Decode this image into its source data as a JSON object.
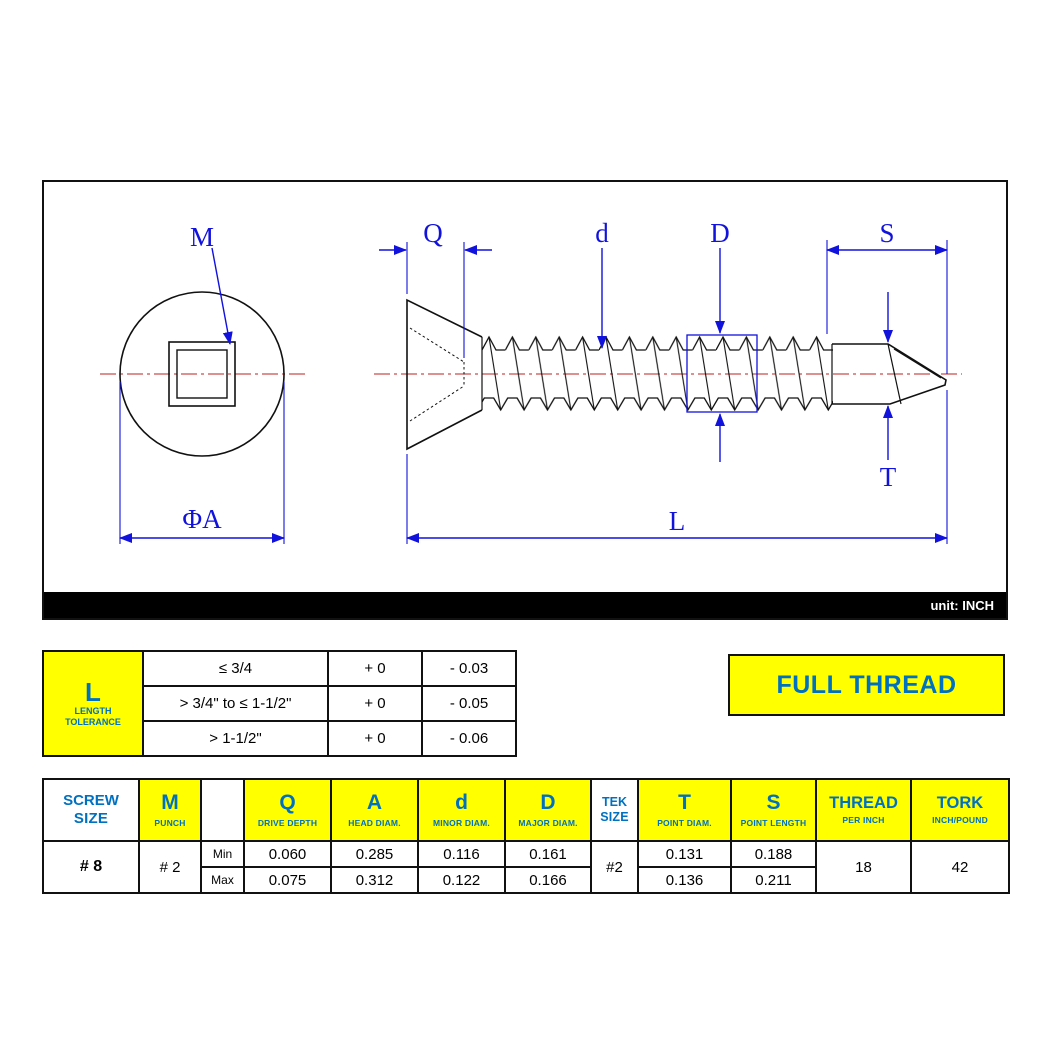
{
  "drawing": {
    "labels": {
      "m": "M",
      "q": "Q",
      "d_minor": "d",
      "d_major": "D",
      "s": "S",
      "t": "T",
      "l": "L",
      "phi_a": "ΦA"
    },
    "unit_label": "unit: INCH"
  },
  "tolerance_table": {
    "letter": "L",
    "title_line1": "LENGTH",
    "title_line2": "TOLERANCE",
    "rows": [
      {
        "range": "≤ 3/4",
        "plus": "+ 0",
        "minus": "- 0.03"
      },
      {
        "range": "> 3/4\" to ≤ 1-1/2\"",
        "plus": "+ 0",
        "minus": "- 0.05"
      },
      {
        "range": "> 1-1/2\"",
        "plus": "+ 0",
        "minus": "- 0.06"
      }
    ]
  },
  "banner": {
    "label": "FULL THREAD"
  },
  "spec_table": {
    "headers": [
      {
        "main": "SCREW",
        "sub": "SIZE"
      },
      {
        "main": "M",
        "sub": "PUNCH"
      },
      {
        "main": "",
        "sub": ""
      },
      {
        "main": "Q",
        "sub": "DRIVE DEPTH"
      },
      {
        "main": "A",
        "sub": "HEAD DIAM."
      },
      {
        "main": "d",
        "sub": "MINOR DIAM."
      },
      {
        "main": "D",
        "sub": "MAJOR DIAM."
      },
      {
        "main": "TEK",
        "sub": "SIZE"
      },
      {
        "main": "T",
        "sub": "POINT DIAM."
      },
      {
        "main": "S",
        "sub": "POINT LENGTH"
      },
      {
        "main": "THREAD",
        "sub": "PER INCH"
      },
      {
        "main": "TORK",
        "sub": "INCH/POUND"
      }
    ],
    "screw_size": "# 8",
    "m_punch": "# 2",
    "tek_size": "#2",
    "thread_per_inch": "18",
    "tork": "42",
    "min_label": "Min",
    "max_label": "Max",
    "min": {
      "q": "0.060",
      "a": "0.285",
      "d": "0.116",
      "D": "0.161",
      "t": "0.131",
      "s": "0.188"
    },
    "max": {
      "q": "0.075",
      "a": "0.312",
      "d": "0.122",
      "D": "0.166",
      "t": "0.136",
      "s": "0.211"
    }
  }
}
